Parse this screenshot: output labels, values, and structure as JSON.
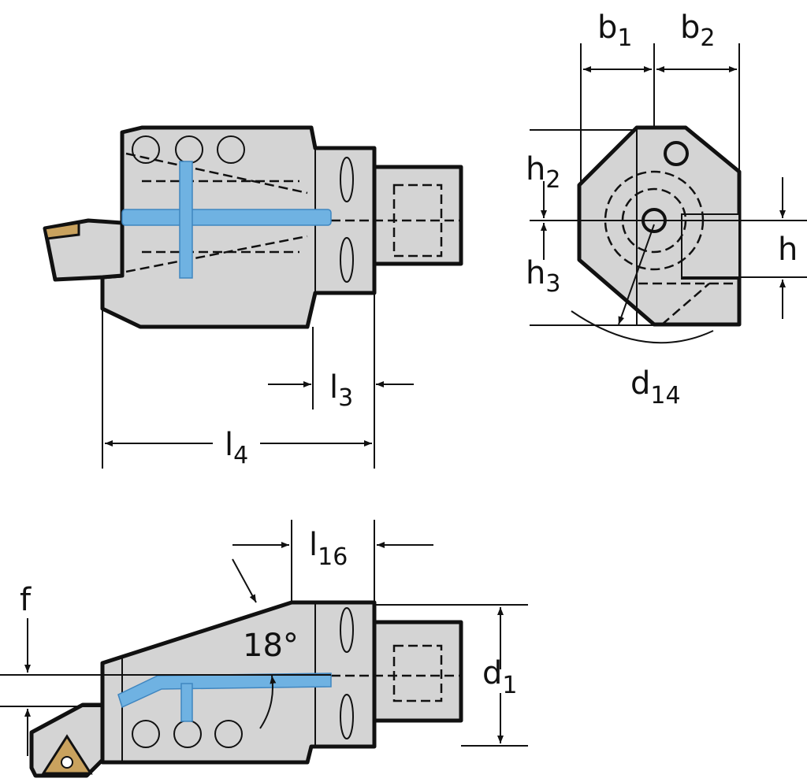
{
  "labels": {
    "b1": {
      "main": "b",
      "sub": "1"
    },
    "b2": {
      "main": "b",
      "sub": "2"
    },
    "h2": {
      "main": "h",
      "sub": "2"
    },
    "h": {
      "main": "h",
      "sub": ""
    },
    "h3": {
      "main": "h",
      "sub": "3"
    },
    "d14": {
      "main": "d",
      "sub": "14"
    },
    "l3": {
      "main": "l",
      "sub": "3"
    },
    "l4": {
      "main": "l",
      "sub": "4"
    },
    "l16": {
      "main": "l",
      "sub": "16"
    },
    "f": {
      "main": "f",
      "sub": ""
    },
    "angle": {
      "main": "18°",
      "sub": ""
    },
    "d1": {
      "main": "d",
      "sub": "1"
    }
  },
  "colors": {
    "body": "#d4d4d4",
    "coolant": "#6fb2e2",
    "insert": "#c9a25e"
  }
}
